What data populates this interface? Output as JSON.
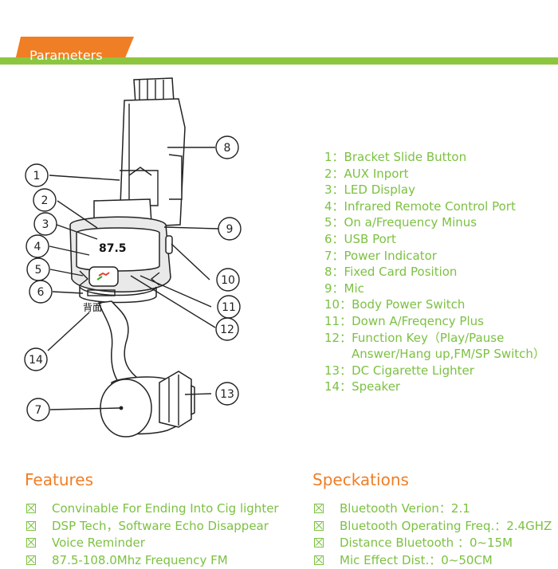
{
  "header": {
    "title": "Parameters",
    "tab_color": "#f07e24",
    "bar_color": "#8cc63f"
  },
  "device": {
    "display_reading": "87.5",
    "back_label": "背面"
  },
  "callouts": [
    "1",
    "2",
    "3",
    "4",
    "5",
    "6",
    "7",
    "8",
    "9",
    "10",
    "11",
    "12",
    "13",
    "14"
  ],
  "legend": [
    "1：Bracket Slide Button",
    "2：AUX Inport",
    "3：LED Display",
    "4：Infrared Remote Control Port",
    "5：On a/Frequency Minus",
    "6：USB Port",
    "7：Power Indicator",
    "8：Fixed Card Position",
    "9：Mic",
    "10：Body Power Switch",
    "11：Down A/Freqency Plus",
    "12：Function Key（Play/Pause",
    "Answer/Hang up,FM/SP Switch）",
    "13：DC Cigarette Lighter",
    "14：Speaker"
  ],
  "features": {
    "title": "Features",
    "items": [
      "Convinable For Ending Into Cig lighter",
      "DSP Tech，Software Echo Disappear",
      "Voice Reminder",
      "87.5-108.0Mhz Frequency FM"
    ]
  },
  "specs": {
    "title": "Speckations",
    "items": [
      "Bluetooth Verion：2.1",
      "Bluetooth Operating Freq.：2.4GHZ",
      "Distance Bluetooth ：0~15M",
      "Mic Effect Dist.：0~50CM"
    ]
  },
  "colors": {
    "text_green": "#7cc142",
    "section_orange": "#f07e24"
  }
}
